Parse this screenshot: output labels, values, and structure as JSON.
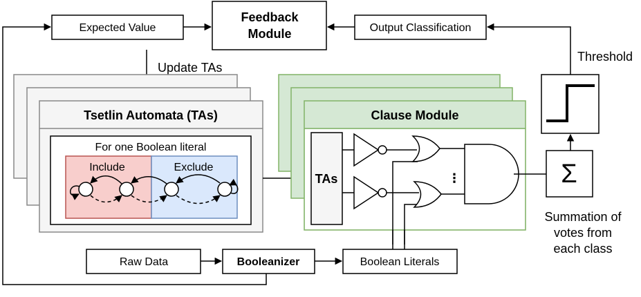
{
  "feedback_module": {
    "line1": "Feedback",
    "line2": "Module"
  },
  "expected_value": "Expected Value",
  "output_classification": "Output Classification",
  "threshold": "Threshold",
  "update_tas": "Update TAs",
  "ta_panel": {
    "title": "Tsetlin Automata (TAs)",
    "inner_title": "For one Boolean literal",
    "include": "Include",
    "exclude": "Exclude"
  },
  "clause_module": {
    "title": "Clause Module",
    "tas": "TAs",
    "ellipsis": "⋮"
  },
  "summation_symbol": "Σ",
  "summation_caption": [
    "Summation of",
    "votes from",
    "each class"
  ],
  "raw_data": "Raw Data",
  "booleanizer": "Booleanizer",
  "boolean_literals": "Boolean Literals",
  "colors": {
    "ta_stack_fill": "#f5f5f5",
    "ta_stack_stroke": "#888888",
    "clause_fill": "#d5e8d4",
    "clause_stroke": "#82b366",
    "include_fill": "#f8cecc",
    "include_stroke": "#b85450",
    "exclude_fill": "#dae8fc",
    "exclude_stroke": "#6c8ebf",
    "tas_box_fill": "#f5f5f5"
  }
}
